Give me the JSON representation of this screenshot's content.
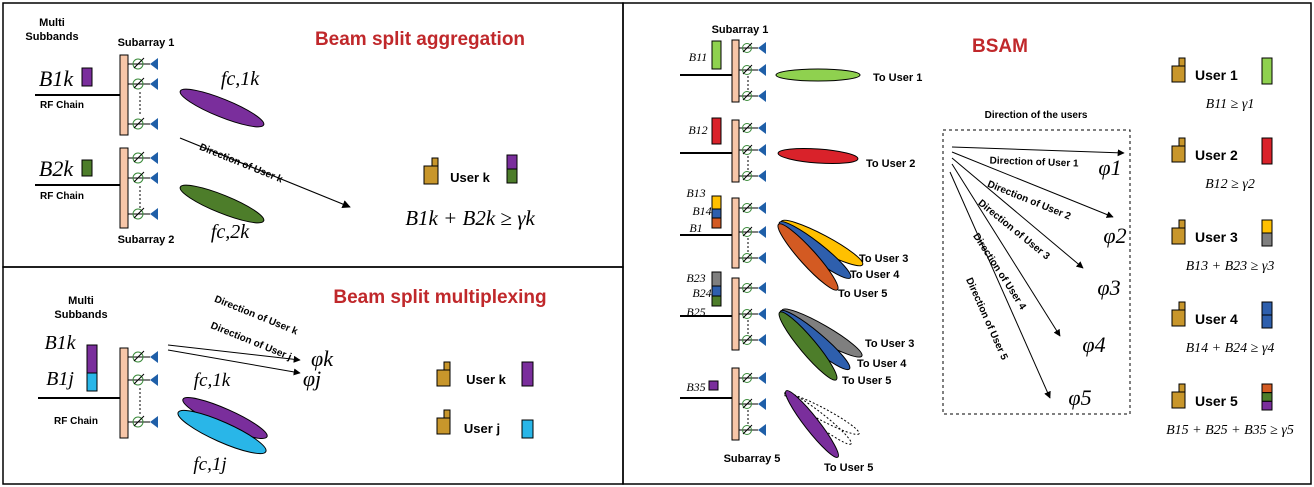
{
  "colors": {
    "red_title": "#c0282b",
    "purple": "#7a2e9c",
    "green": "#4d7d2a",
    "lightgreen": "#8fd14f",
    "red": "#d9222a",
    "yellow": "#ffc000",
    "blue": "#2e5fad",
    "orange": "#d35a22",
    "gray": "#7f7f7f",
    "cyan": "#29b6e8",
    "gold": "#c8962b",
    "subarray": "#f7c6a8"
  },
  "aggregation": {
    "title": "Beam split aggregation",
    "multi_label": "Multi",
    "subbands_label": "Subbands",
    "subarray1": "Subarray 1",
    "subarray2": "Subarray 2",
    "rf_chain": "RF Chain",
    "band1": "B1k",
    "band2": "B2k",
    "beam1": "fc,1k",
    "beam2": "fc,2k",
    "direction": "Direction of User k",
    "user": "User k",
    "constraint": "B1k + B2k ≥ γk"
  },
  "multiplexing": {
    "title": "Beam split multiplexing",
    "multi_label": "Multi",
    "subbands_label": "Subbands",
    "rf_chain": "RF Chain",
    "band_k": "B1k",
    "band_j": "B1j",
    "beam_k": "fc,1k",
    "beam_j": "fc,1j",
    "direction_k": "Direction of User k",
    "direction_j": "Direction of User j",
    "phi_k": "φk",
    "phi_j": "φj",
    "user_k": "User k",
    "user_j": "User j"
  },
  "bsam": {
    "title": "BSAM",
    "subarray1": "Subarray 1",
    "subarray5": "Subarray 5",
    "directions_box_title": "Direction of the users",
    "to_users": [
      "To User 1",
      "To User 2",
      "To User 3",
      "To User 4",
      "To User 5",
      "To User 3",
      "To User 4",
      "To User 5",
      "To User 5"
    ],
    "directions": [
      "Direction of User 1",
      "Direction of User 2",
      "Direction of User 3",
      "Direction of User 4",
      "Direction of User 5"
    ],
    "phis": [
      "φ1",
      "φ2",
      "φ3",
      "φ4",
      "φ5"
    ],
    "users": [
      "User 1",
      "User 2",
      "User 3",
      "User 4",
      "User 5"
    ],
    "constraints": [
      "B11 ≥ γ1",
      "B12 ≥ γ2",
      "B13 + B23 ≥ γ3",
      "B14 + B24 ≥ γ4",
      "B15 + B25 + B35 ≥ γ5"
    ],
    "band_labels": [
      "B11",
      "B12",
      "B13",
      "B14",
      "B1",
      "B23",
      "B24",
      "B25",
      "B35"
    ]
  }
}
